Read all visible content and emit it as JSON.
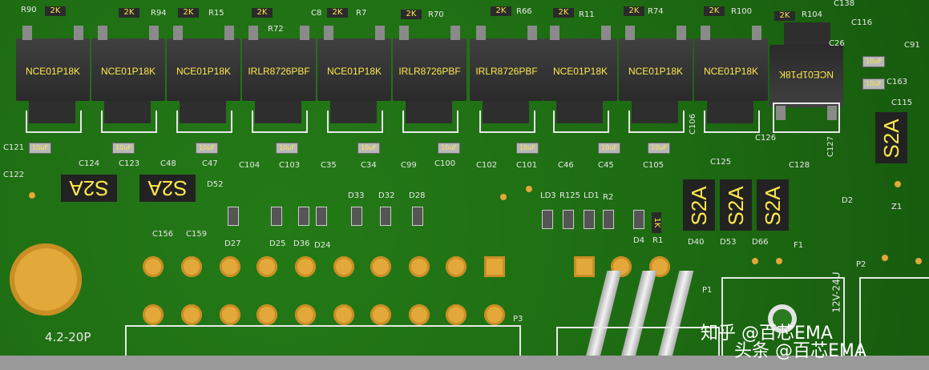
{
  "mosfets": [
    {
      "label": "NCE01P18K"
    },
    {
      "label": "NCE01P18K"
    },
    {
      "label": "NCE01P18K"
    },
    {
      "label": "IRLR8726PBF"
    },
    {
      "label": "NCE01P18K"
    },
    {
      "label": "IRLR8726PBF"
    },
    {
      "label": "IRLR8726PBF"
    },
    {
      "label": "NCE01P18K"
    },
    {
      "label": "NCE01P18K"
    },
    {
      "label": "NCE01P18K"
    },
    {
      "label": "NCE01P18K"
    }
  ],
  "top_refs": [
    "R90",
    "R94",
    "R15",
    "R72",
    "R7",
    "R70",
    "R66",
    "R11",
    "R74",
    "R100",
    "R104",
    "C138",
    "C8"
  ],
  "resistor_value": "2K",
  "cap_value": "10uF",
  "caps_row": [
    "C121",
    "C124",
    "C123",
    "C48",
    "C47",
    "C104",
    "C103",
    "C35",
    "C34",
    "C99",
    "C100",
    "C102",
    "C101",
    "C46",
    "C45",
    "C105",
    "C106",
    "C125",
    "C126",
    "C128",
    "C127",
    "C122"
  ],
  "right_caps": [
    "C116",
    "C26",
    "C91",
    "C163",
    "C115"
  ],
  "s2a_label": "S2A",
  "diode_refs": [
    "D52",
    "D27",
    "D25",
    "D36",
    "D24",
    "D33",
    "D32",
    "D28",
    "D40",
    "D53",
    "D66",
    "D2",
    "D4",
    "F1",
    "Z1",
    "C156",
    "C159"
  ],
  "led_refs": [
    "LD3",
    "R125",
    "LD1",
    "R2",
    "R1"
  ],
  "small_res_value": "1K",
  "connectors": {
    "p3": "P3",
    "p1": "P1",
    "p2": "P2",
    "footprint": "4.2-20P",
    "voltage": "12V-24U"
  },
  "watermark": {
    "line1": "知乎 @百芯EMA",
    "line2": "头条 @百芯EMA"
  }
}
